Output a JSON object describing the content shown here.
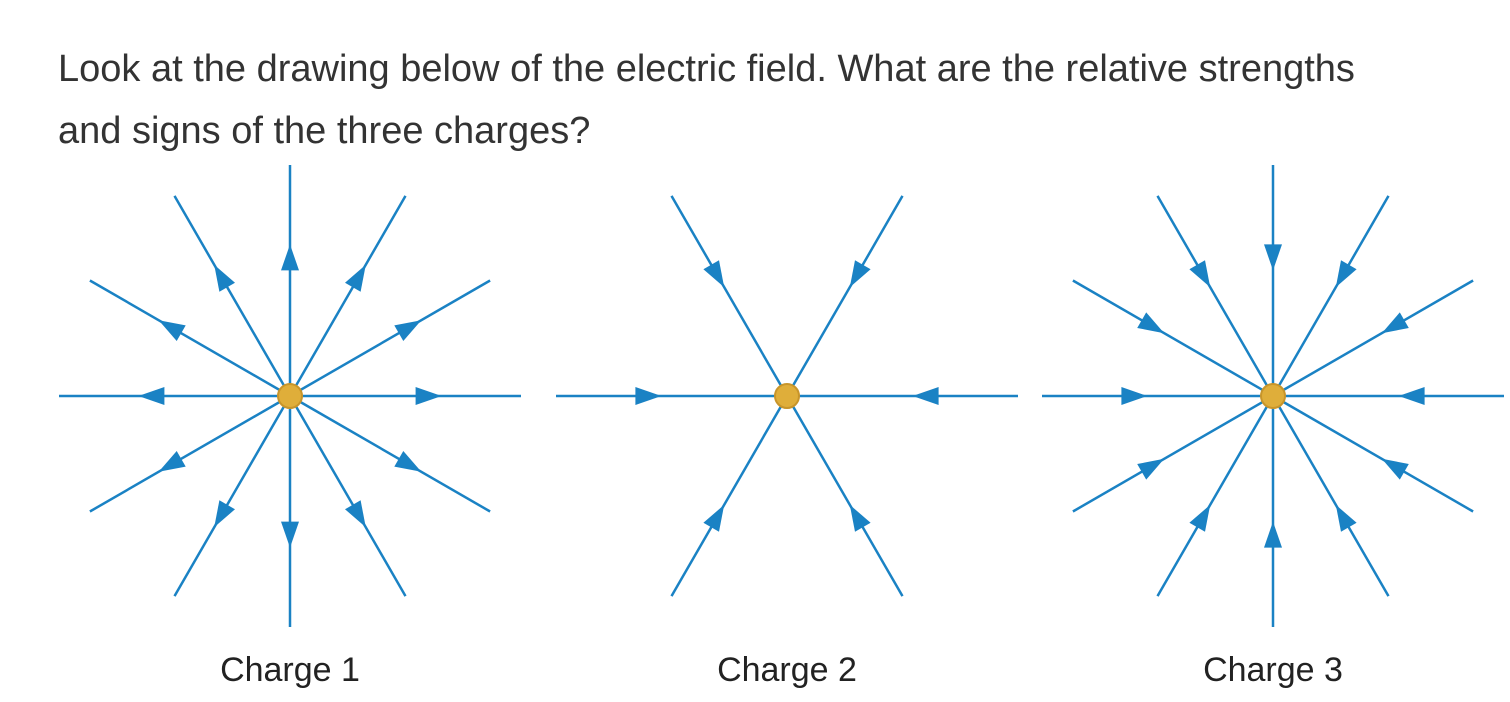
{
  "question": {
    "line1": "Look at the drawing below of the electric field. What are the relative strengths",
    "line2": "and signs of the three charges?"
  },
  "charges": [
    {
      "label": "Charge 1",
      "lines": 12,
      "direction": "outward"
    },
    {
      "label": "Charge 2",
      "lines": 6,
      "direction": "inward"
    },
    {
      "label": "Charge 3",
      "lines": 12,
      "direction": "inward"
    }
  ],
  "colors": {
    "field_line": "#1a82c4",
    "charge_fill": "#dfae3a",
    "charge_stroke": "#c8952a",
    "text": "#333333"
  }
}
